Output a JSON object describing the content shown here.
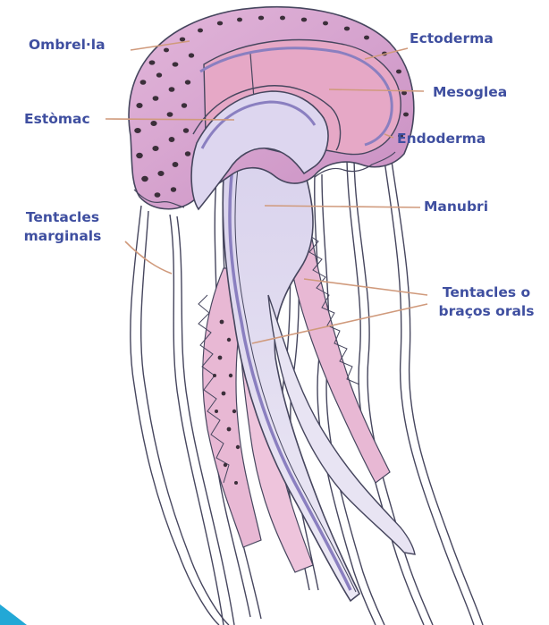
{
  "colors": {
    "label": "#3f4fa0",
    "leader": "#d09a7c",
    "outline": "#46465e",
    "bell": "#d9a6cf",
    "bell_dark": "#c790c0",
    "spots": "#3b2f3a",
    "mesoglea": "#e6a8c6",
    "endoderm": "#8a7fc0",
    "inner": "#e2dcef",
    "oral_arm": "#e8b8d4",
    "corner_accent": "#22a8d6"
  },
  "labels": {
    "ombrella": "Ombrel·la",
    "ectoderma": "Ectoderma",
    "mesoglea": "Mesoglea",
    "estomac": "Estòmac",
    "endoderma": "Endoderma",
    "manubri": "Manubri",
    "tentacles_marginals": [
      "Tentacles",
      "marginals"
    ],
    "tentacles_orals": [
      "Tentacles o",
      "braços orals"
    ]
  }
}
